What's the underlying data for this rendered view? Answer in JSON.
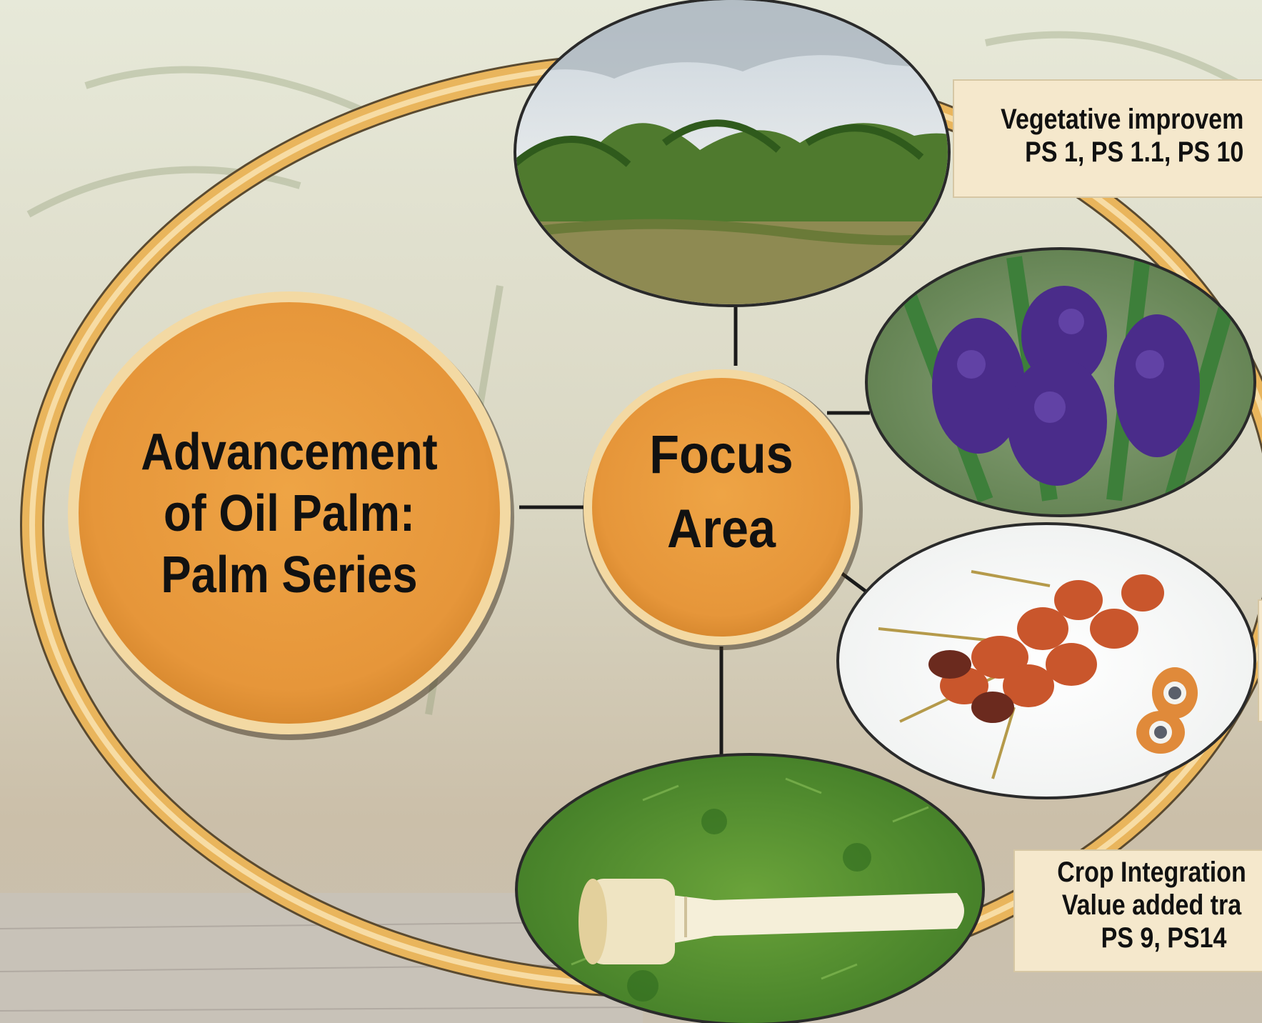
{
  "diagram": {
    "main_circle": {
      "lines": [
        "Advancement",
        "of Oil Palm:",
        "Palm Series"
      ]
    },
    "focus_circle": {
      "lines": [
        "Focus",
        "Area"
      ]
    },
    "callouts": [
      {
        "lines": [
          "Vegetative improvem",
          "PS 1, PS 1.1, PS 10"
        ]
      },
      {
        "lines": [
          "Crop Integration",
          "Value added tra",
          "PS 9, PS14"
        ]
      }
    ],
    "photos": [
      {
        "subject": "oil palm plantation"
      },
      {
        "subject": "purple oil palm inflorescence"
      },
      {
        "subject": "oil palm fruit bunch with cut fruits"
      },
      {
        "subject": "palm trunk core on grass"
      }
    ],
    "colors": {
      "circle_fill": "#e99a3a",
      "ring": "#e9b55c",
      "callout_fill": "#f5e8cc",
      "text": "#111111"
    }
  }
}
